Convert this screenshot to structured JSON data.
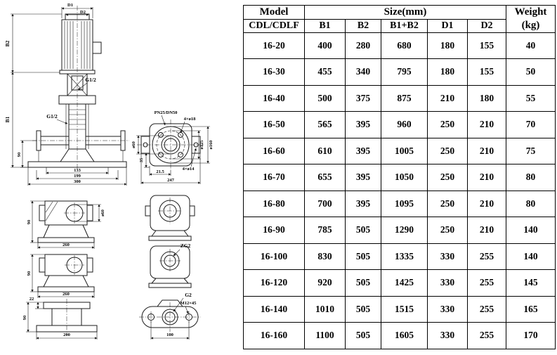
{
  "diagram": {
    "labels": {
      "d1": "D1",
      "d2": "D2",
      "b2": "B2",
      "b1": "B1",
      "g12_a": "G1/2",
      "g12_b": "G1/2",
      "dim_90_main": "90",
      "dim_133": "133",
      "dim_199": "199",
      "dim_300": "300",
      "pn_dn": "PN25/DN50",
      "bolt_top": "4×ø18",
      "dia125": "ø125",
      "dia160": "ø160",
      "dia60_left": "ø60",
      "dim_35": "35",
      "dim_21_5": "21.5",
      "dim_247": "247",
      "bolt_bottom": "4×ø14",
      "dim_90_a": "90",
      "dim_260_a": "260",
      "dia60_side": "ø60",
      "dim_90_b": "90",
      "dim_260_b": "260",
      "zg2": "ZG2",
      "dim_22": "22",
      "dim_90_c": "90",
      "dim_200": "200",
      "g2": "G2",
      "m12x45": "M12×45",
      "dim_100": "100"
    }
  },
  "table": {
    "header": {
      "model": "Model",
      "size": "Size(mm)",
      "weight_line1": "Weight",
      "weight_line2": "(kg)",
      "model_sub": "CDL/CDLF",
      "cols": [
        "B1",
        "B2",
        "B1+B2",
        "D1",
        "D2"
      ]
    },
    "rows": [
      [
        "16-20",
        "400",
        "280",
        "680",
        "180",
        "155",
        "40"
      ],
      [
        "16-30",
        "455",
        "340",
        "795",
        "180",
        "155",
        "50"
      ],
      [
        "16-40",
        "500",
        "375",
        "875",
        "210",
        "180",
        "55"
      ],
      [
        "16-50",
        "565",
        "395",
        "960",
        "250",
        "210",
        "70"
      ],
      [
        "16-60",
        "610",
        "395",
        "1005",
        "250",
        "210",
        "75"
      ],
      [
        "16-70",
        "655",
        "395",
        "1050",
        "250",
        "210",
        "80"
      ],
      [
        "16-80",
        "700",
        "395",
        "1095",
        "250",
        "210",
        "80"
      ],
      [
        "16-90",
        "785",
        "505",
        "1290",
        "250",
        "210",
        "140"
      ],
      [
        "16-100",
        "830",
        "505",
        "1335",
        "330",
        "255",
        "140"
      ],
      [
        "16-120",
        "920",
        "505",
        "1425",
        "330",
        "255",
        "145"
      ],
      [
        "16-140",
        "1010",
        "505",
        "1515",
        "330",
        "255",
        "165"
      ],
      [
        "16-160",
        "1100",
        "505",
        "1605",
        "330",
        "255",
        "170"
      ]
    ]
  }
}
